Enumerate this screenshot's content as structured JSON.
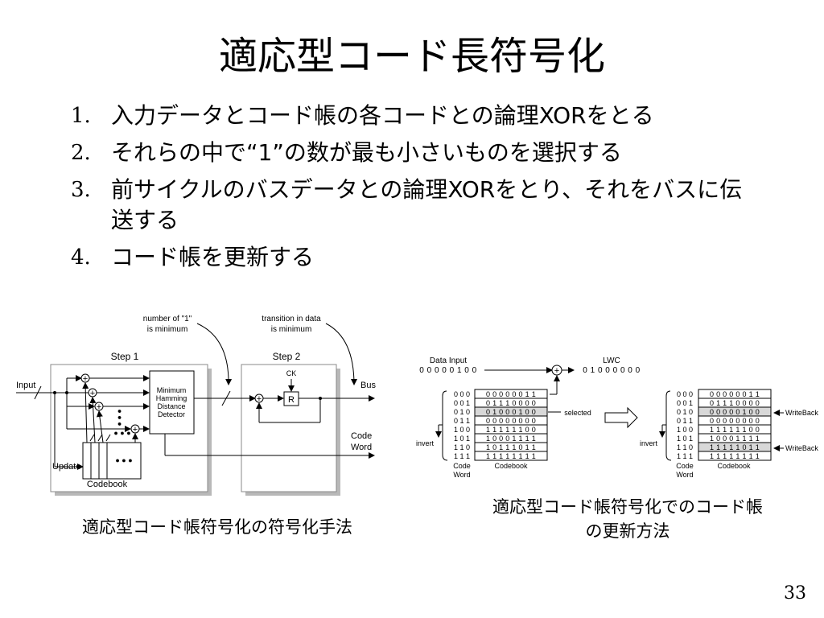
{
  "slide": {
    "title": "適応型コード長符号化",
    "page_number": "33"
  },
  "items": [
    {
      "num": "1.",
      "text": "入力データとコード帳の各コードとの論理XORをとる"
    },
    {
      "num": "2.",
      "text": "それらの中で“1”の数が最も小さいものを選択する"
    },
    {
      "num": "3.",
      "text": "前サイクルのバスデータとの論理XORをとり、それをバスに伝送する"
    },
    {
      "num": "4.",
      "text": "コード帳を更新する"
    }
  ],
  "captions": {
    "left": "適応型コード帳符号化の符号化手法",
    "right_line1": "適応型コード帳符号化でのコード帳",
    "right_line2": "の更新方法"
  },
  "left_diagram": {
    "note1_line1": "number of \"1\"",
    "note1_line2": "is minimum",
    "note2_line1": "transition in data",
    "note2_line2": "is minimum",
    "step1": "Step 1",
    "step2": "Step 2",
    "input": "Input",
    "bus": "Bus",
    "ck": "CK",
    "register": "R",
    "detector_line1": "Minimum",
    "detector_line2": "Hamming",
    "detector_line3": "Distance",
    "detector_line4": "Detector",
    "code_word_line1": "Code",
    "code_word_line2": "Word",
    "update": "Update",
    "codebook": "Codebook",
    "xor_symbol": "+",
    "dots": "● ● ●"
  },
  "right_diagram": {
    "data_input_label": "Data Input",
    "data_input_bits": "0 0 0 0 0 1 0 0",
    "lwc_label": "LWC",
    "lwc_bits": "0 1 0 0 0 0 0 0",
    "selected": "selected",
    "invert": "invert",
    "writeback": "WriteBack",
    "code_word_line1": "Code",
    "code_word_line2": "Word",
    "codebook": "Codebook",
    "xor_symbol": "+",
    "code_words": [
      "0 0 0",
      "0 0 1",
      "0 1 0",
      "0 1 1",
      "1 0 0",
      "1 0 1",
      "1 1 0",
      "1 1 1"
    ],
    "left_table": [
      "0 0 0 0 0 0 1 1",
      "0 1 1 1 0 0 0 0",
      "0 1 0 0 0 1 0 0",
      "0 0 0 0 0 0 0 0",
      "1 1 1 1 1 1 0 0",
      "1 0 0 0 1 1 1 1",
      "1 0 1 1 1 0 1 1",
      "1 1 1 1 1 1 1 1"
    ],
    "right_table": [
      "0 0 0 0 0 0 1 1",
      "0 1 1 1 0 0 0 0",
      "0 0 0 0 0 1 0 0",
      "0 0 0 0 0 0 0 0",
      "1 1 1 1 1 1 0 0",
      "1 0 0 0 1 1 1 1",
      "1 1 1 1 1 0 1 1",
      "1 1 1 1 1 1 1 1"
    ]
  }
}
